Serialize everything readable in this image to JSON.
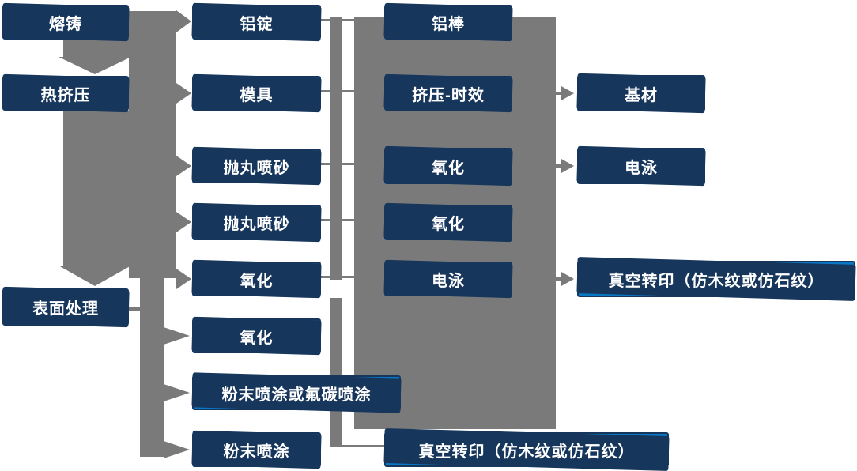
{
  "diagram": {
    "description": "Aluminium profile production process flowchart",
    "colors": {
      "node_light": "#0877c4",
      "node_dark": "#0d4a7a",
      "node_border": "#17365c",
      "connector_gray": "#7a7a7a",
      "text": "#ffffff",
      "background": "#ffffff"
    },
    "nodes": [
      {
        "id": "rongzhu",
        "label": "熔铸",
        "variant": "dark"
      },
      {
        "id": "rejiya",
        "label": "热挤压",
        "variant": "dark"
      },
      {
        "id": "biaomianchuli",
        "label": "表面处理",
        "variant": "dark"
      },
      {
        "id": "lvding",
        "label": "铝锭",
        "variant": "light"
      },
      {
        "id": "muju",
        "label": "模具",
        "variant": "light"
      },
      {
        "id": "paowan-1",
        "label": "抛丸喷砂",
        "variant": "light"
      },
      {
        "id": "paowan-2",
        "label": "抛丸喷砂",
        "variant": "light"
      },
      {
        "id": "yanghua-1",
        "label": "氧化",
        "variant": "light"
      },
      {
        "id": "yanghua-2",
        "label": "氧化",
        "variant": "light"
      },
      {
        "id": "fenmo-futan",
        "label": "粉末喷涂或氟碳喷涂",
        "variant": "light"
      },
      {
        "id": "fenmo",
        "label": "粉末喷涂",
        "variant": "light"
      },
      {
        "id": "lvbang",
        "label": "铝棒",
        "variant": "light"
      },
      {
        "id": "jiya-shixiao",
        "label": "挤压-时效",
        "variant": "light"
      },
      {
        "id": "yanghua-3",
        "label": "氧化",
        "variant": "light"
      },
      {
        "id": "yanghua-4",
        "label": "氧化",
        "variant": "light"
      },
      {
        "id": "dianyong-1",
        "label": "电泳",
        "variant": "light"
      },
      {
        "id": "zhenkong-1",
        "label": "真空转印（仿木纹或仿石纹）",
        "variant": "light"
      },
      {
        "id": "jicai",
        "label": "基材",
        "variant": "light"
      },
      {
        "id": "dianyong-2",
        "label": "电泳",
        "variant": "light"
      },
      {
        "id": "zhenkong-2",
        "label": "真空转印（仿木纹或仿石纹）",
        "variant": "light"
      }
    ]
  }
}
